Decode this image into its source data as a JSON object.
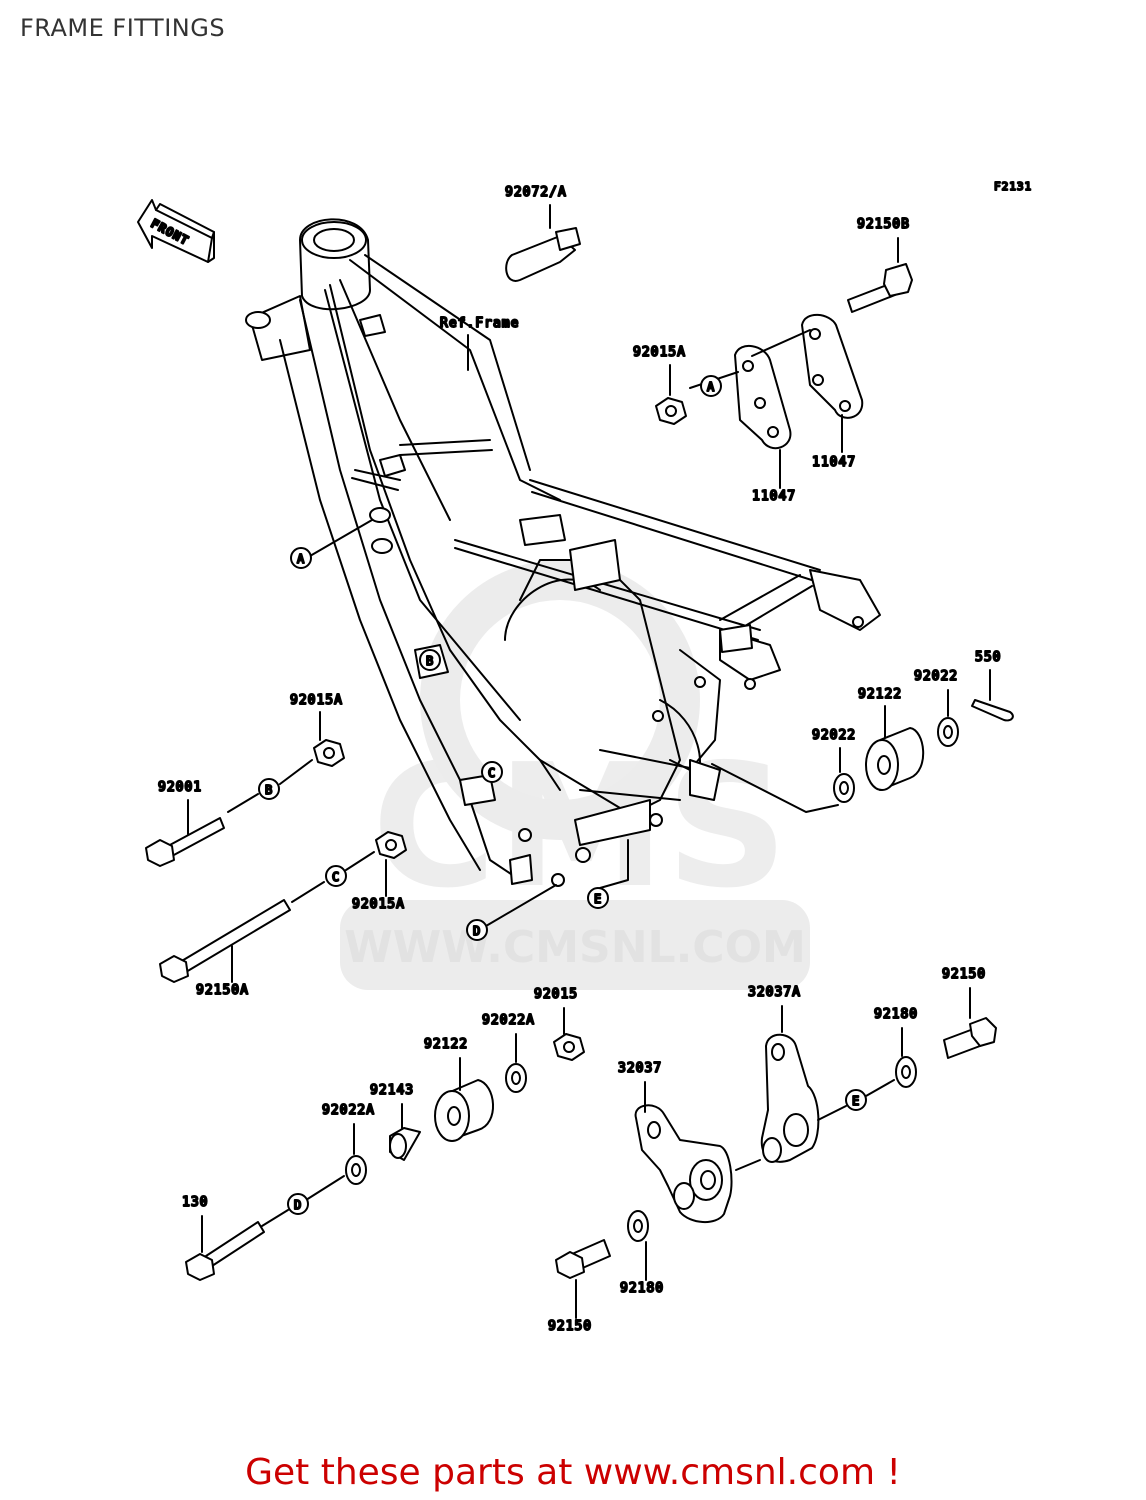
{
  "page": {
    "title": "FRAME FITTINGS",
    "figure_code": "F2131",
    "footer_text": "Get these parts at www.cmsnl.com !"
  },
  "direction_arrow": {
    "label": "FRONT"
  },
  "watermark": {
    "logo_text": "CMS",
    "url_text": "WWW.CMSNL.COM"
  },
  "frame_label": "Ref.Frame",
  "part_labels": {
    "p92072A": "92072/A",
    "p92150B": "92150B",
    "p92015A_top": "92015A",
    "p11047_a": "11047",
    "p11047_b": "11047",
    "p550": "550",
    "p92022_a": "92022",
    "p92122_a": "92122",
    "p92022_b": "92022",
    "p92015A_b": "92015A",
    "p92001": "92001",
    "p92015A_c": "92015A",
    "p92150A": "92150A",
    "p92015": "92015",
    "p32037A": "32037A",
    "p92150_a": "92150",
    "p92180_a": "92180",
    "p92022A_a": "92022A",
    "p92122_b": "92122",
    "p32037": "32037",
    "p92143": "92143",
    "p92022A_b": "92022A",
    "p130": "130",
    "p92180_b": "92180",
    "p92150_b": "92150"
  },
  "reference_markers": {
    "a_parts": "A",
    "a_frame": "A",
    "b_parts": "B",
    "b_frame": "B",
    "c_parts": "C",
    "c_frame": "C",
    "d_parts": "D",
    "d_frame": "D",
    "e_parts": "E",
    "e_frame": "E"
  }
}
